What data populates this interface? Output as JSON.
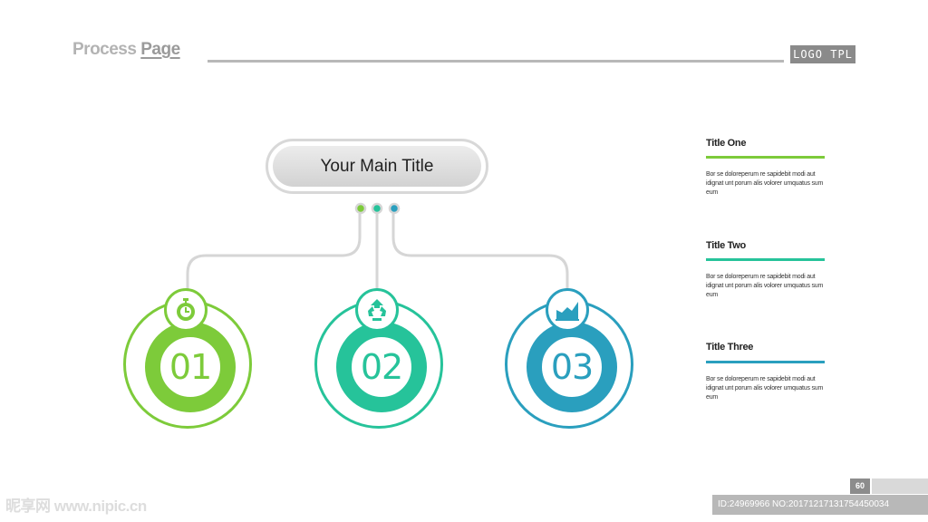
{
  "header": {
    "title_part1": "Process ",
    "title_part2": "Page",
    "logo": "LOGO TPL"
  },
  "main": {
    "title": "Your Main Title",
    "dot_colors": [
      "#7dcb3a",
      "#26c39a",
      "#2a9fbe"
    ],
    "steps": [
      {
        "number": "01",
        "icon": "stopwatch-icon",
        "color": "#7dcb3a"
      },
      {
        "number": "02",
        "icon": "recycle-icon",
        "color": "#26c39a"
      },
      {
        "number": "03",
        "icon": "area-chart-icon",
        "color": "#2a9fbe"
      }
    ]
  },
  "sidebar": {
    "items": [
      {
        "title": "Title One",
        "body": "Bor se doloreperum re sapidebit modi aut idignat unt porum alis volorer umquatus sum eum",
        "color": "#7dcb3a"
      },
      {
        "title": "Title Two",
        "body": "Bor se doloreperum re sapidebit modi aut idignat unt porum alis volorer umquatus sum eum",
        "color": "#26c39a"
      },
      {
        "title": "Title Three",
        "body": "Bor se doloreperum re sapidebit modi aut idignat unt porum alis volorer umquatus sum eum",
        "color": "#2a9fbe"
      }
    ]
  },
  "footer": {
    "page_number": "60",
    "watermark_left": "昵享网 www.nipic.cn",
    "watermark_right": "ID:24969966 NO:20171217131754450034"
  }
}
